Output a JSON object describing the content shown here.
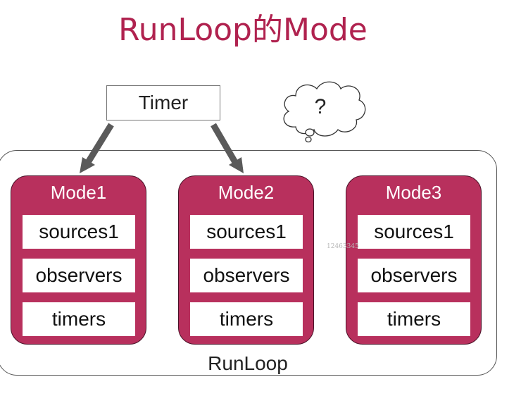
{
  "title": "RunLoop的Mode",
  "timer": "Timer",
  "thought": "?",
  "runloop_label": "RunLoop",
  "watermark": "12463345",
  "modes": [
    {
      "name": "Mode1",
      "items": [
        "sources1",
        "observers",
        "timers"
      ]
    },
    {
      "name": "Mode2",
      "items": [
        "sources1",
        "observers",
        "timers"
      ]
    },
    {
      "name": "Mode3",
      "items": [
        "sources1",
        "observers",
        "timers"
      ]
    }
  ],
  "colors": {
    "title": "#b0224f",
    "mode_fill": "#b8305d",
    "arrow": "#5a5a5a"
  }
}
